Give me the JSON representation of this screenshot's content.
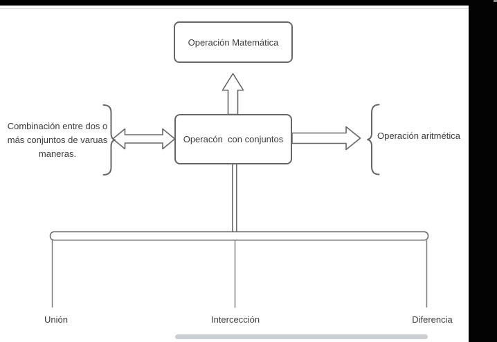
{
  "theme": {
    "bar-black": "#030303",
    "hairline": "#dfe0e4",
    "stroke": "#666666",
    "ink": "#3b3b3b",
    "drop": "#757575",
    "scrollbar": "#cbced3",
    "dot": "#8e8e93"
  },
  "diagram": {
    "top_box": {
      "label": "Operación Matemática"
    },
    "center_box": {
      "label": "Operacón  con conjuntos"
    },
    "left_note": {
      "lines": [
        "Combinación entre dos o",
        "más conjuntos de varuas",
        "maneras."
      ]
    },
    "right_note": {
      "label": "Operación aritmética"
    },
    "branches": [
      {
        "label": "Unión"
      },
      {
        "label": "Intercección"
      },
      {
        "label": "Diferencia"
      }
    ]
  }
}
